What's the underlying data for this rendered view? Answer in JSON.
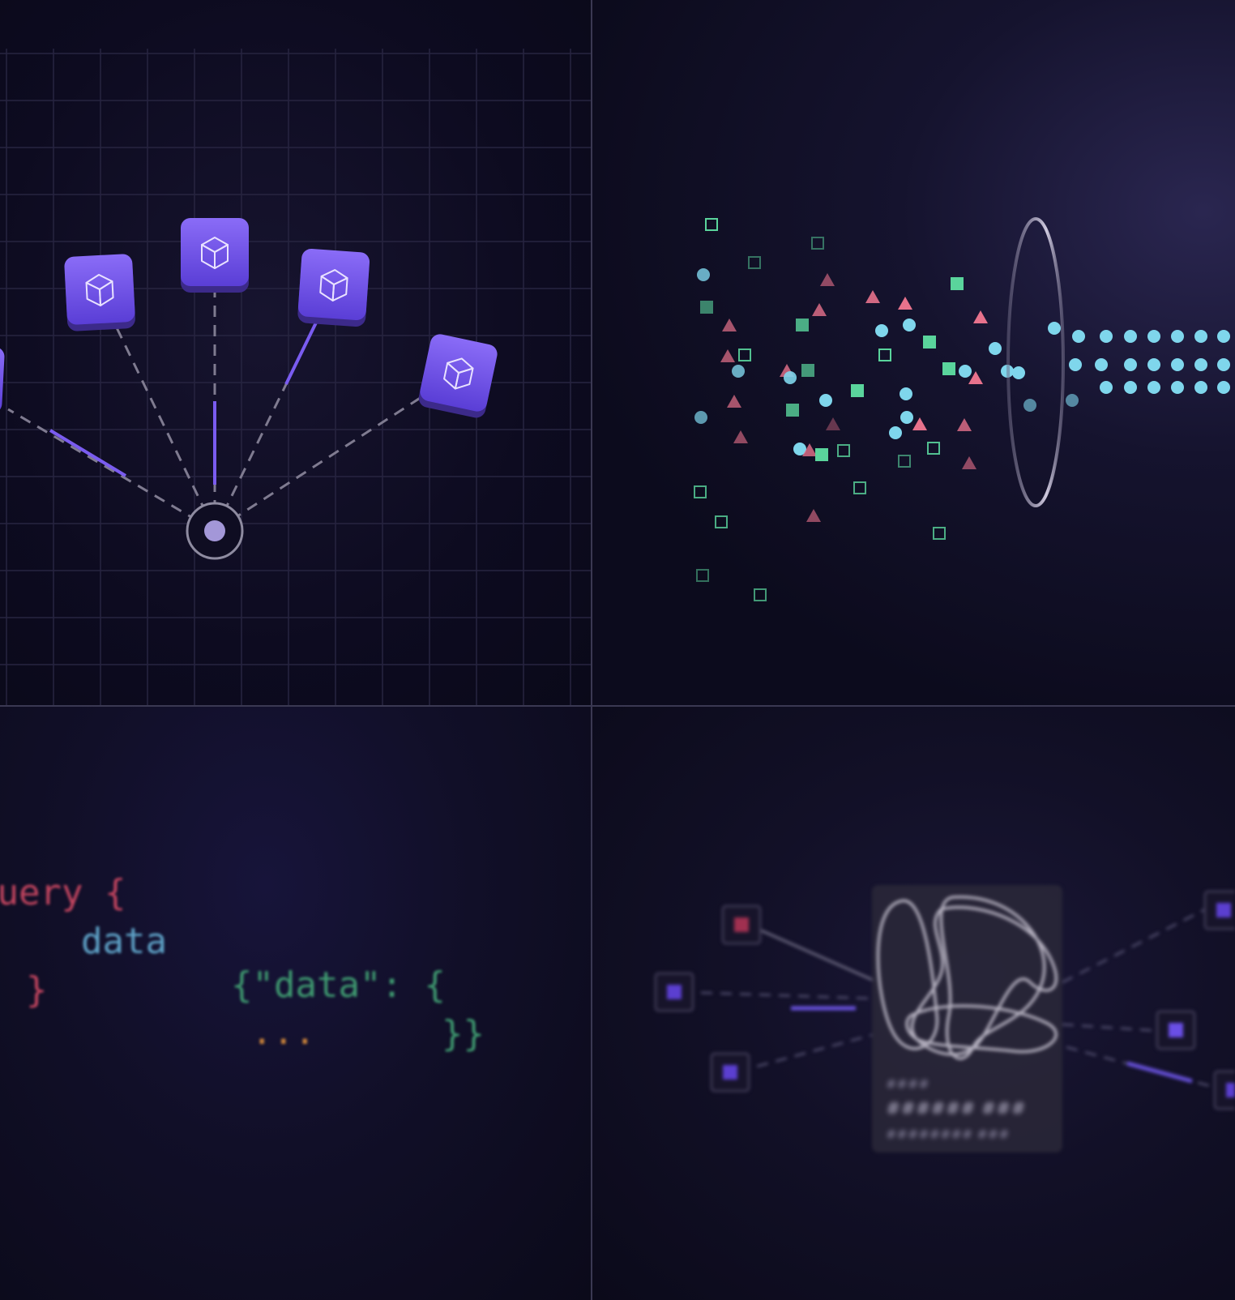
{
  "panels": {
    "fanout": {
      "center_node": "circle-node",
      "nodes": [
        "cube-icon",
        "cube-icon",
        "cube-icon",
        "cube-icon",
        "cube-icon"
      ]
    },
    "filter": {
      "shapes": [
        "square",
        "triangle",
        "circle"
      ],
      "colors": {
        "square": "#5ad49c",
        "triangle": "#e7728c",
        "circle": "#7fd6ec"
      }
    },
    "code": {
      "query_line": "query {",
      "field_line": "data",
      "close_line": "}",
      "response_line": "{\"data\": {",
      "ellipsis": "...",
      "response_close": "}}"
    },
    "graph": {
      "card_small": "####",
      "card_title": "###### ###",
      "card_meta": "######## ###"
    }
  },
  "colors": {
    "accent": "#7a5cf0",
    "background": "#0b0a1c",
    "grid": "#272440"
  }
}
